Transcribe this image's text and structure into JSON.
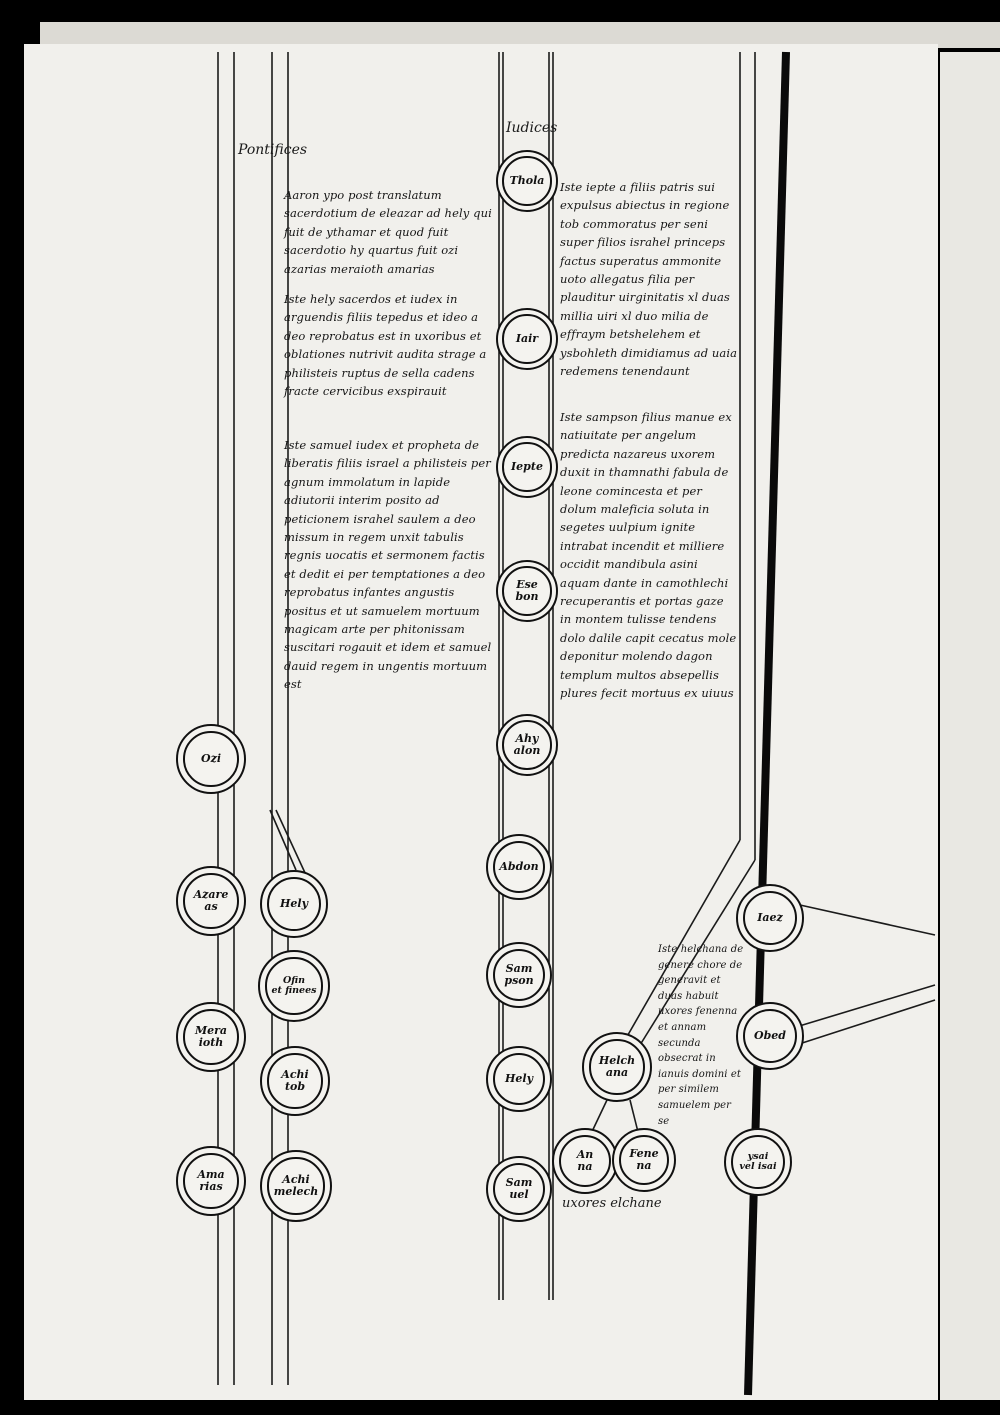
{
  "headings": {
    "pontifices": "Pontifices",
    "iudices": "Iudices"
  },
  "paragraphs": {
    "p1": "Aaron ypo post translatum sacerdotium de eleazar ad hely qui fuit de ythamar et quod fuit sacerdotio hy quartus fuit ozi azarias meraioth amarias",
    "p2": "Iste hely sacerdos et iudex in arguendis filiis tepedus et ideo a deo reprobatus est in uxoribus et oblationes nutrivit audita strage a philisteis ruptus de sella cadens fracte cervicibus exspirauit",
    "p3": "Iste samuel iudex et propheta de liberatis filiis israel a philisteis per agnum immolatum in lapide adiutorii interim posito ad peticionem israhel saulem a deo missum in regem unxit tabulis regnis uocatis et sermonem factis et dedit ei per temptationes a deo reprobatus infantes angustis positus et ut samuelem mortuum magicam arte per phitonissam suscitari rogauit et idem et samuel dauid regem in ungentis mortuum est",
    "p4": "Iste iepte a filiis patris sui expulsus abiectus in regione tob commoratus per seni super filios israhel princeps factus superatus ammonite uoto allegatus filia per plauditur uirginitatis xl duas millia uiri xl duo milia de effraym betshelehem et ysbohleth dimidiamus ad uaia redemens tenendaunt",
    "p5": "Iste sampson filius manue ex natiuitate per angelum predicta nazareus uxorem duxit in thamnathi fabula de leone comincesta et per dolum maleficia soluta in segetes uulpium ignite intrabat incendit et milliere occidit mandibula asini aquam dante in camothlechi recuperantis et portas gaze in montem tulisse tendens dolo dalile capit cecatus mole deponitur molendo dagon templum multos absepellis plures fecit mortuus ex uiuus",
    "p6": "Iste helchana de genere chore de generavit et duas habuit uxores fenenna et annam secunda obsecrat in ianuis domini et per similem samuelem per se"
  },
  "medallions": {
    "thola": "Thola",
    "iair": "Iair",
    "iepte": "Iepte",
    "esebon": "Ese\nbon",
    "ahyalon": "Ahy\nalon",
    "abdon": "Abdon",
    "sampson": "Sam\npson",
    "hely_iud": "Hely",
    "samuel": "Sam\nuel",
    "ozi": "Ozi",
    "azarias": "Azare\nas",
    "meraioth": "Mera\nioth",
    "amarias": "Ama\nrias",
    "hely_pont": "Hely",
    "ofin": "Ofin\net finees",
    "achitob": "Achi\ntob",
    "achimelech": "Achi\nmelech",
    "helchana": "Helch\nana",
    "anna": "An\nna",
    "fenenna": "Fene\nna",
    "iaez": "Iaez",
    "obed": "Obed",
    "ysai": "ysai\nvel isai"
  },
  "uxores_label": "uxores elchane"
}
